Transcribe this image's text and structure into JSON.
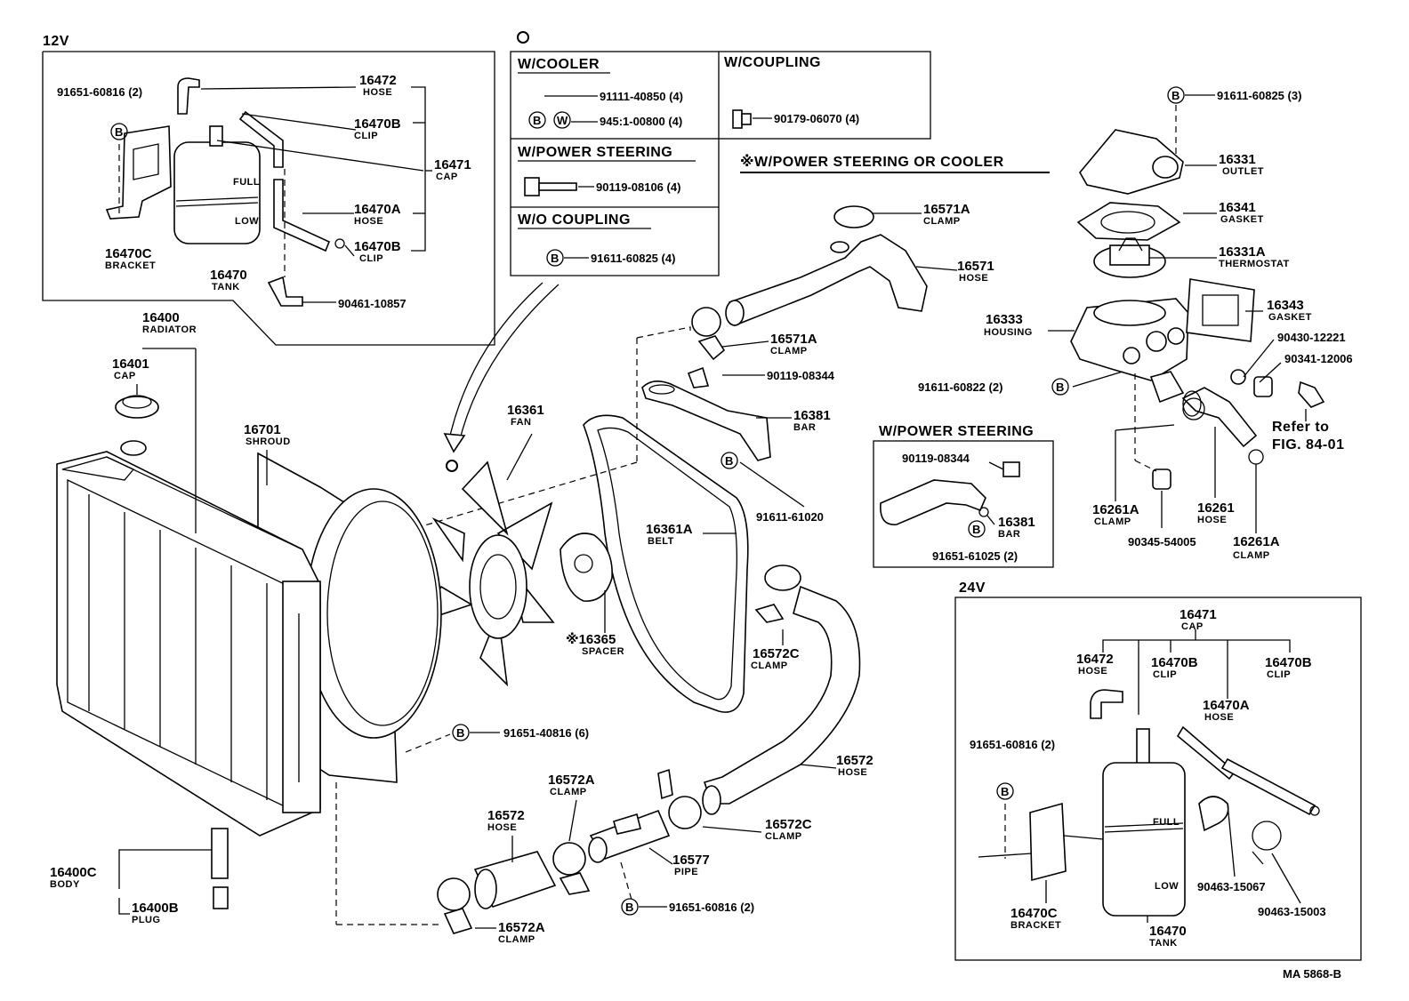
{
  "labels": [
    {
      "id": "hdr_12v",
      "t": "12V"
    },
    {
      "id": "p16472",
      "t": "16472"
    },
    {
      "id": "p16472_s",
      "t": "HOSE"
    },
    {
      "id": "p16470B",
      "t": "16470B"
    },
    {
      "id": "p16470B_s",
      "t": "CLIP"
    },
    {
      "id": "p16471",
      "t": "16471"
    },
    {
      "id": "p16471_s",
      "t": "CAP"
    },
    {
      "id": "p16470A",
      "t": "16470A"
    },
    {
      "id": "p16470A_s",
      "t": "HOSE"
    },
    {
      "id": "p16470B2",
      "t": "16470B"
    },
    {
      "id": "p16470B2_s",
      "t": "CLIP"
    },
    {
      "id": "p16470C",
      "t": "16470C"
    },
    {
      "id": "p16470C_s",
      "t": "BRACKET"
    },
    {
      "id": "p16470",
      "t": "16470"
    },
    {
      "id": "p16470_s",
      "t": "TANK"
    },
    {
      "id": "r91651_60816",
      "t": "91651-60816 (2)"
    },
    {
      "id": "r90461",
      "t": "90461-10857"
    },
    {
      "id": "t_full",
      "t": "FULL"
    },
    {
      "id": "t_low",
      "t": "LOW"
    },
    {
      "id": "hdr_wcooler",
      "t": "W/COOLER"
    },
    {
      "id": "r91111",
      "t": "91111-40850 (4)"
    },
    {
      "id": "r94511",
      "t": "945:1-00800 (4)"
    },
    {
      "id": "hdr_wcoupling",
      "t": "W/COUPLING"
    },
    {
      "id": "r90179",
      "t": "90179-06070 (4)"
    },
    {
      "id": "hdr_wps",
      "t": "W/POWER STEERING"
    },
    {
      "id": "r90119_08106",
      "t": "90119-08106 (4)"
    },
    {
      "id": "hdr_wocoupling",
      "t": "W/O COUPLING"
    },
    {
      "id": "r91611_60825b",
      "t": "91611-60825 (4)"
    },
    {
      "id": "hdr_wpsorc",
      "t": "※W/POWER STEERING OR COOLER"
    },
    {
      "id": "r91611_60825",
      "t": "91611-60825 (3)"
    },
    {
      "id": "p16331",
      "t": "16331"
    },
    {
      "id": "p16331_s",
      "t": "OUTLET"
    },
    {
      "id": "p16341",
      "t": "16341"
    },
    {
      "id": "p16341_s",
      "t": "GASKET"
    },
    {
      "id": "p16331A",
      "t": "16331A"
    },
    {
      "id": "p16331A_s",
      "t": "THERMOSTAT"
    },
    {
      "id": "p16343",
      "t": "16343"
    },
    {
      "id": "p16343_s",
      "t": "GASKET"
    },
    {
      "id": "p16333",
      "t": "16333"
    },
    {
      "id": "p16333_s",
      "t": "HOUSING"
    },
    {
      "id": "r90430",
      "t": "90430-12221"
    },
    {
      "id": "r90341",
      "t": "90341-12006"
    },
    {
      "id": "r91611_60822",
      "t": "91611-60822 (2)"
    },
    {
      "id": "refer1",
      "t": "Refer to"
    },
    {
      "id": "refer2",
      "t": "FIG. 84-01"
    },
    {
      "id": "p16571A",
      "t": "16571A"
    },
    {
      "id": "p16571A_s",
      "t": "CLAMP"
    },
    {
      "id": "p16571",
      "t": "16571"
    },
    {
      "id": "p16571_s",
      "t": "HOSE"
    },
    {
      "id": "p16571A2",
      "t": "16571A"
    },
    {
      "id": "p16571A2_s",
      "t": "CLAMP"
    },
    {
      "id": "r90119_08344",
      "t": "90119-08344"
    },
    {
      "id": "p16381",
      "t": "16381"
    },
    {
      "id": "p16381_s",
      "t": "BAR"
    },
    {
      "id": "r91611_61020",
      "t": "91611-61020"
    },
    {
      "id": "p16361",
      "t": "16361"
    },
    {
      "id": "p16361_s",
      "t": "FAN"
    },
    {
      "id": "p16361A",
      "t": "16361A"
    },
    {
      "id": "p16361A_s",
      "t": "BELT"
    },
    {
      "id": "p16365",
      "t": "※16365"
    },
    {
      "id": "p16365_s",
      "t": "SPACER"
    },
    {
      "id": "hdr_wps2",
      "t": "W/POWER STEERING"
    },
    {
      "id": "r90119_08344b",
      "t": "90119-08344"
    },
    {
      "id": "p16381b",
      "t": "16381"
    },
    {
      "id": "p16381b_s",
      "t": "BAR"
    },
    {
      "id": "r91651_61025",
      "t": "91651-61025 (2)"
    },
    {
      "id": "p16261A",
      "t": "16261A"
    },
    {
      "id": "p16261A_s",
      "t": "CLAMP"
    },
    {
      "id": "p16261",
      "t": "16261"
    },
    {
      "id": "p16261_s",
      "t": "HOSE"
    },
    {
      "id": "p16261A2",
      "t": "16261A"
    },
    {
      "id": "p16261A2_s",
      "t": "CLAMP"
    },
    {
      "id": "r90345",
      "t": "90345-54005"
    },
    {
      "id": "p16400",
      "t": "16400"
    },
    {
      "id": "p16400_s",
      "t": "RADIATOR"
    },
    {
      "id": "p16401",
      "t": "16401"
    },
    {
      "id": "p16401_s",
      "t": "CAP"
    },
    {
      "id": "p16701",
      "t": "16701"
    },
    {
      "id": "p16701_s",
      "t": "SHROUD"
    },
    {
      "id": "r91651_40816",
      "t": "91651-40816 (6)"
    },
    {
      "id": "p16572C",
      "t": "16572C"
    },
    {
      "id": "p16572C_s",
      "t": "CLAMP"
    },
    {
      "id": "p16572",
      "t": "16572"
    },
    {
      "id": "p16572_s",
      "t": "HOSE"
    },
    {
      "id": "p16572A",
      "t": "16572A"
    },
    {
      "id": "p16572A_s",
      "t": "CLAMP"
    },
    {
      "id": "p16572b",
      "t": "16572"
    },
    {
      "id": "p16572b_s",
      "t": "HOSE"
    },
    {
      "id": "p16572C2",
      "t": "16572C"
    },
    {
      "id": "p16572C2_s",
      "t": "CLAMP"
    },
    {
      "id": "p16577",
      "t": "16577"
    },
    {
      "id": "p16577_s",
      "t": "PIPE"
    },
    {
      "id": "r91651_60816c",
      "t": "91651-60816 (2)"
    },
    {
      "id": "p16572A2",
      "t": "16572A"
    },
    {
      "id": "p16572A2_s",
      "t": "CLAMP"
    },
    {
      "id": "p16400C",
      "t": "16400C"
    },
    {
      "id": "p16400C_s",
      "t": "BODY"
    },
    {
      "id": "p16400B",
      "t": "16400B"
    },
    {
      "id": "p16400B_s",
      "t": "PLUG"
    },
    {
      "id": "hdr_24v",
      "t": "24V"
    },
    {
      "id": "q16471",
      "t": "16471"
    },
    {
      "id": "q16471_s",
      "t": "CAP"
    },
    {
      "id": "q16472",
      "t": "16472"
    },
    {
      "id": "q16472_s",
      "t": "HOSE"
    },
    {
      "id": "q16470B",
      "t": "16470B"
    },
    {
      "id": "q16470B_s",
      "t": "CLIP"
    },
    {
      "id": "q16470B2",
      "t": "16470B"
    },
    {
      "id": "q16470B2_s",
      "t": "CLIP"
    },
    {
      "id": "q16470A",
      "t": "16470A"
    },
    {
      "id": "q16470A_s",
      "t": "HOSE"
    },
    {
      "id": "q91651",
      "t": "91651-60816 (2)"
    },
    {
      "id": "q16470C",
      "t": "16470C"
    },
    {
      "id": "q16470C_s",
      "t": "BRACKET"
    },
    {
      "id": "q16470",
      "t": "16470"
    },
    {
      "id": "q16470_s",
      "t": "TANK"
    },
    {
      "id": "q90463_15067",
      "t": "90463-15067"
    },
    {
      "id": "q90463_15003",
      "t": "90463-15003"
    },
    {
      "id": "q_full",
      "t": "FULL"
    },
    {
      "id": "q_low",
      "t": "LOW"
    },
    {
      "id": "footer",
      "t": "MA 5868-B"
    }
  ],
  "symbols": [
    {
      "id": "sb1",
      "t": "B"
    },
    {
      "id": "sb2",
      "t": "B"
    },
    {
      "id": "sw1",
      "t": "W"
    },
    {
      "id": "sb3",
      "t": "B"
    },
    {
      "id": "sb4",
      "t": "B"
    },
    {
      "id": "sb5",
      "t": "B"
    },
    {
      "id": "sb6",
      "t": "B"
    },
    {
      "id": "sb7",
      "t": "B"
    },
    {
      "id": "sb8",
      "t": "B"
    },
    {
      "id": "sb9",
      "t": "B"
    },
    {
      "id": "sb10",
      "t": "B"
    }
  ]
}
